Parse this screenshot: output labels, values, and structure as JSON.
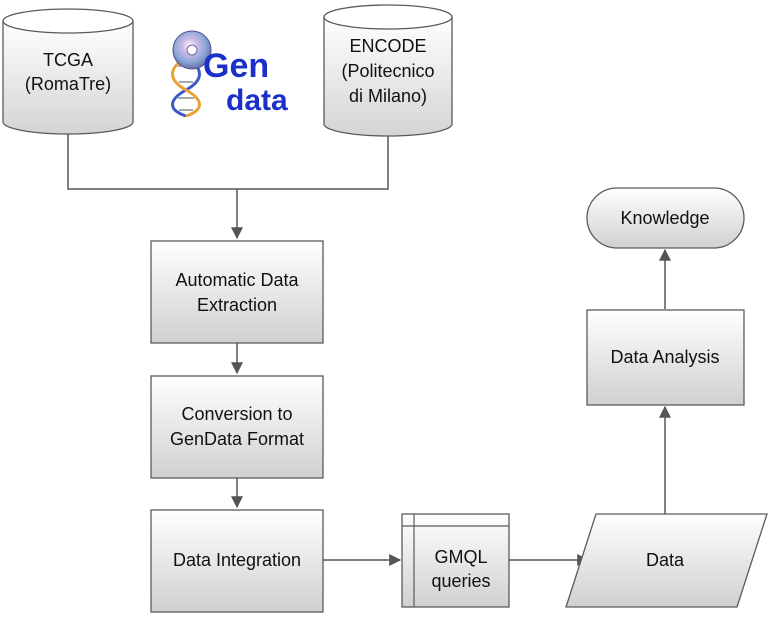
{
  "nodes": {
    "tcga": {
      "line1": "TCGA",
      "line2": "(RomaTre)"
    },
    "encode": {
      "line1": "ENCODE",
      "line2": "(Politecnico",
      "line3": "di Milano)"
    },
    "extraction": {
      "line1": "Automatic Data",
      "line2": "Extraction"
    },
    "conversion": {
      "line1": "Conversion to",
      "line2": "GenData Format"
    },
    "integration": {
      "line1": "Data Integration"
    },
    "gmql": {
      "line1": "GMQL",
      "line2": "queries"
    },
    "data": {
      "line1": "Data"
    },
    "analysis": {
      "line1": "Data Analysis"
    },
    "knowledge": {
      "line1": "Knowledge"
    }
  },
  "logo": {
    "text_g": "Gen",
    "text_data": "data"
  },
  "colors": {
    "box_fill_top": "#ffffff",
    "box_fill_bottom": "#d4d4d4",
    "stroke": "#5a5a5a",
    "logo_blue": "#1a30c8"
  },
  "icons": {
    "logo": "gendata-dna-disc-logo"
  }
}
